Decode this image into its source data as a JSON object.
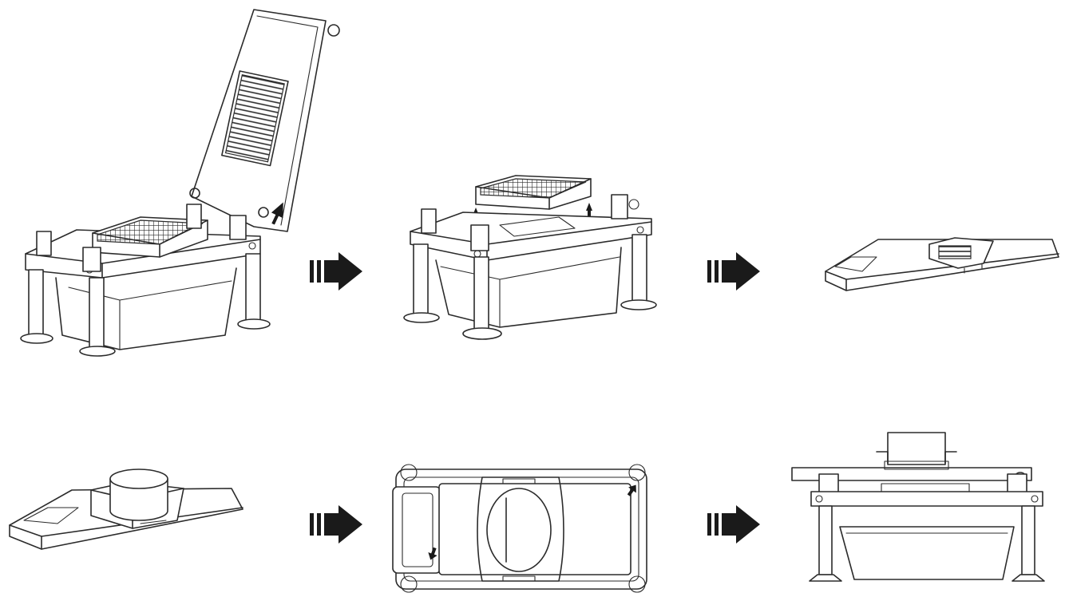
{
  "colors": {
    "line": "#2b2b2b",
    "arrow": "#1a1a1a",
    "background": "#ffffff"
  },
  "steps": [
    {
      "name": "open-lid-raise-pusher"
    },
    {
      "name": "lift-blade-grid-out"
    },
    {
      "name": "blade-grid-on-cleaning-tray"
    },
    {
      "name": "round-blade-on-tray"
    },
    {
      "name": "top-view-frame-with-round-blade"
    },
    {
      "name": "side-view-reassembled"
    }
  ],
  "arrows": [
    "right-arrow-icon",
    "right-arrow-icon",
    "right-arrow-icon",
    "right-arrow-icon"
  ]
}
